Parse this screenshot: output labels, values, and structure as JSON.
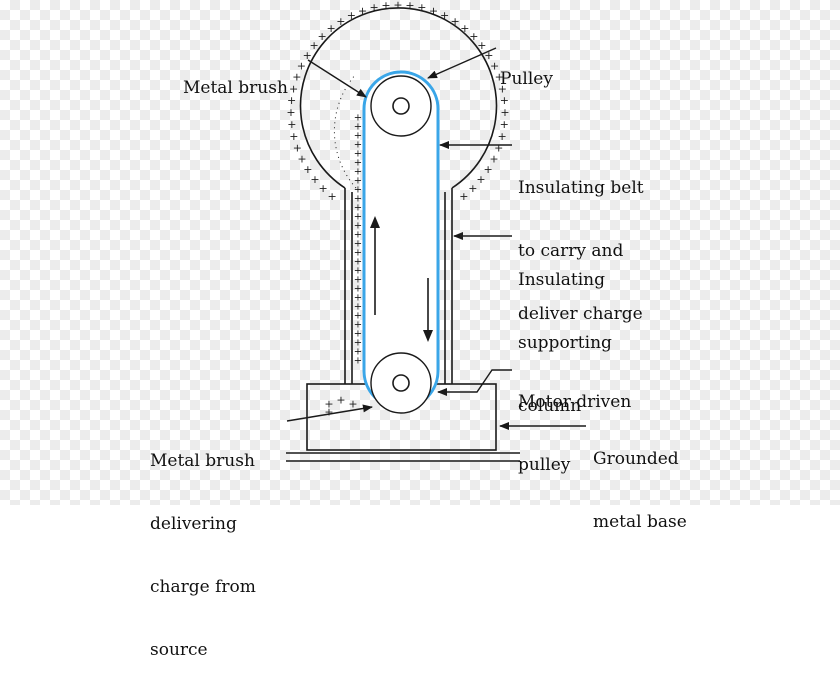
{
  "labels": {
    "metal_brush_top": "Metal brush",
    "pulley_top": "Pulley",
    "insulating_belt": [
      "Insulating belt",
      "to carry and",
      "deliver charge"
    ],
    "insulating_column": [
      "Insulating",
      "supporting",
      "column"
    ],
    "motor_pulley": [
      "Motor driven",
      "pulley"
    ],
    "metal_brush_bottom": [
      "Metal brush",
      "delivering",
      "charge from",
      "source"
    ],
    "grounded_base": [
      "Grounded",
      "metal base"
    ]
  },
  "colors": {
    "belt": "#3aa6e8",
    "line": "#1a1a1a",
    "background_check": "#ececec"
  },
  "charge_symbol": "+"
}
